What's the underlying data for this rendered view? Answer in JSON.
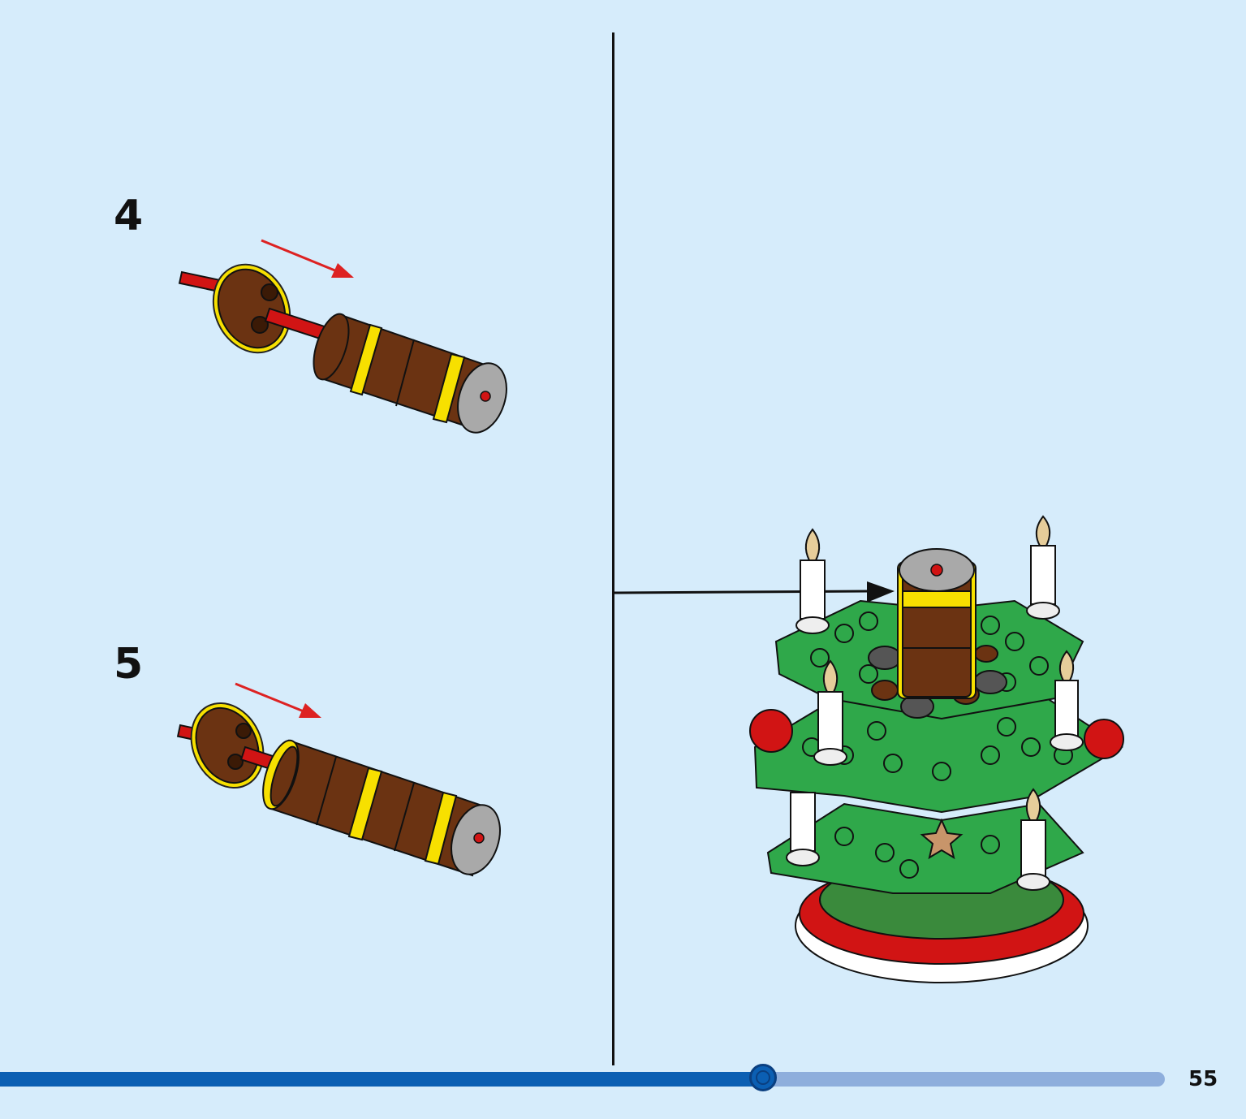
{
  "steps": [
    {
      "number": "4"
    },
    {
      "number": "5"
    }
  ],
  "page_number": "55",
  "progress": {
    "fraction": 0.655
  },
  "colors": {
    "background": "#d6ecfb",
    "brick_brown": "#6b3312",
    "highlight_yellow": "#f7e000",
    "axle_red": "#d11414",
    "tree_green": "#2fa84a",
    "progress_fill": "#0b5fb3",
    "progress_track": "#8eaedc"
  }
}
